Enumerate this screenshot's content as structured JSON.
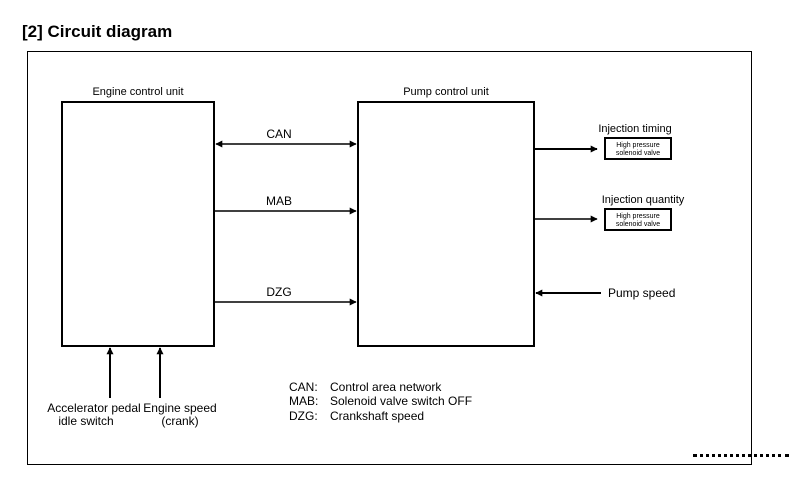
{
  "heading": "[2] Circuit diagram",
  "blocks": {
    "ecu": "Engine control unit",
    "pcu": "Pump control unit"
  },
  "signals": {
    "can": "CAN",
    "mab": "MAB",
    "dzg": "DZG"
  },
  "outputs": {
    "timing": "Injection timing",
    "quantity": "Injection quantity",
    "pump_speed": "Pump speed",
    "valve_line1": "High pressure",
    "valve_line2": "solenoid valve"
  },
  "inputs": {
    "accel_line1": "Accelerator pedal",
    "accel_line2": "idle switch",
    "engine_line1": "Engine speed",
    "engine_line2": "(crank)"
  },
  "legend": [
    {
      "abbr": "CAN:",
      "text": "Control area network"
    },
    {
      "abbr": "MAB:",
      "text": "Solenoid valve switch OFF"
    },
    {
      "abbr": "DZG:",
      "text": "Crankshaft speed"
    }
  ]
}
